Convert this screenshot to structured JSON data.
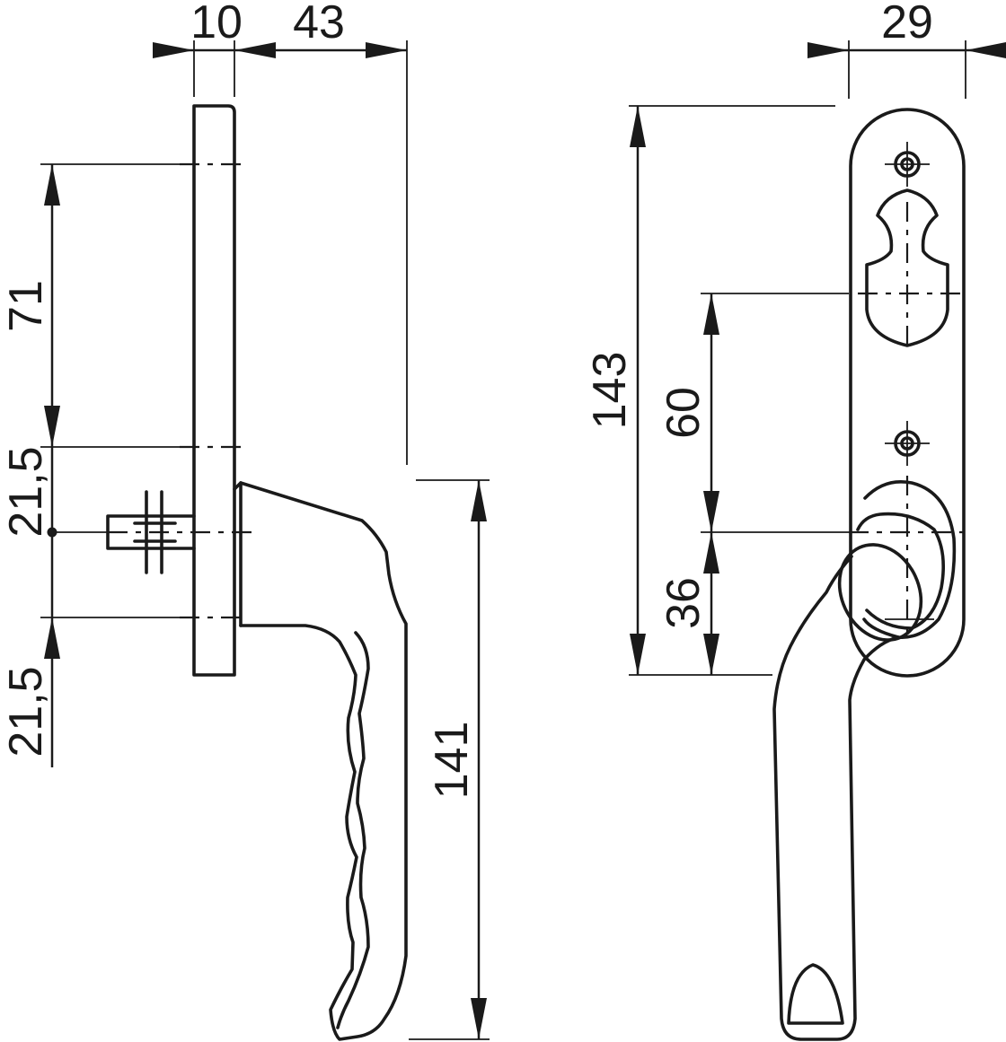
{
  "colors": {
    "line": "#1a1a1a",
    "background": "#ffffff"
  },
  "side_view": {
    "dimensions": {
      "plate_thickness": "10",
      "handle_depth": "43",
      "upper_spacing": "71",
      "middle_spacing": "21,5",
      "lower_spacing": "21,5",
      "handle_length": "141"
    }
  },
  "front_view": {
    "dimensions": {
      "plate_width": "29",
      "plate_height": "143",
      "screw_spacing": "60",
      "lower_offset": "36"
    }
  }
}
